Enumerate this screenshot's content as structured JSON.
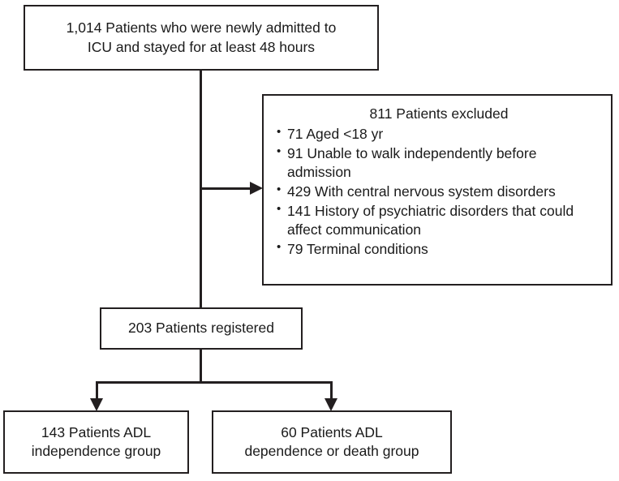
{
  "chart_data": {
    "type": "diagram",
    "diagram_kind": "participant-flow-diagram",
    "title": "",
    "nodes": [
      {
        "id": "enrolled",
        "label": "1,014 Patients who were newly admitted to ICU and stayed for at least 48 hours",
        "count": 1014
      },
      {
        "id": "excluded",
        "label": "811 Patients excluded",
        "count": 811
      },
      {
        "id": "registered",
        "label": "203 Patients registered",
        "count": 203
      },
      {
        "id": "adl_independence",
        "label": "143 Patients ADL independence group",
        "count": 143
      },
      {
        "id": "adl_dependence_death",
        "label": "60 Patients ADL dependence or death group",
        "count": 60
      }
    ],
    "excluded_reasons": [
      {
        "count": 71,
        "reason": "Aged <18 yr"
      },
      {
        "count": 91,
        "reason": "Unable to walk independently before admission"
      },
      {
        "count": 429,
        "reason": "With central nervous system disorders"
      },
      {
        "count": 141,
        "reason": "History of psychiatric disorders that could affect communication"
      },
      {
        "count": 79,
        "reason": "Terminal conditions"
      }
    ],
    "edges": [
      {
        "from": "enrolled",
        "to": "excluded",
        "type": "exclusion"
      },
      {
        "from": "enrolled",
        "to": "registered",
        "type": "flow"
      },
      {
        "from": "registered",
        "to": "adl_independence",
        "type": "split"
      },
      {
        "from": "registered",
        "to": "adl_dependence_death",
        "type": "split"
      }
    ],
    "colors": {
      "stroke": "#231f20",
      "background": "#ffffff",
      "text": "#1a1a1a"
    }
  },
  "flowchart": {
    "enrolled_box": {
      "line1": "1,014 Patients who were newly admitted to",
      "line2": "ICU and stayed for at least 48 hours"
    },
    "excluded_box": {
      "title": "811 Patients excluded",
      "items": [
        "71 Aged <18 yr",
        "91 Unable to walk independently before admission",
        "429 With central nervous system disorders",
        "141 History of psychiatric disorders that could affect communication",
        "79 Terminal conditions"
      ]
    },
    "registered_box": {
      "label": "203 Patients registered"
    },
    "independence_box": {
      "line1": "143 Patients ADL",
      "line2": "independence group"
    },
    "dependence_box": {
      "line1": "60 Patients ADL",
      "line2": "dependence or death group"
    }
  }
}
